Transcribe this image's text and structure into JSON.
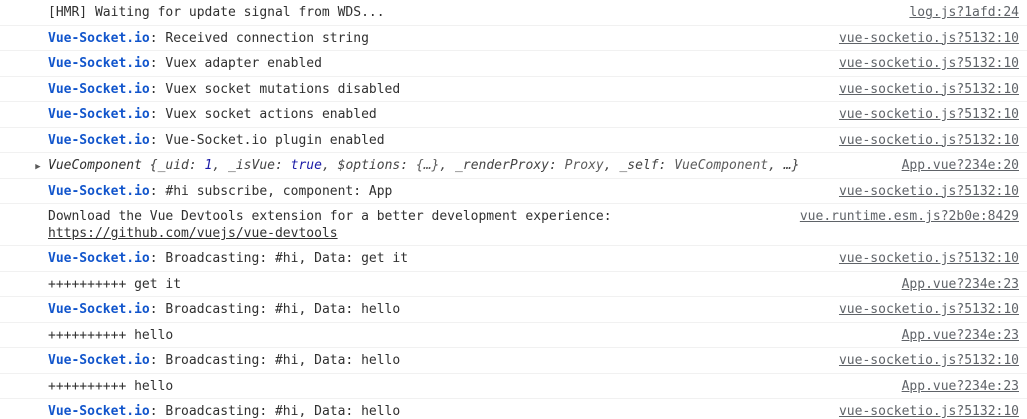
{
  "panel": {
    "name": "devtools-console",
    "background": "#ffffff",
    "tag_color": "#1155cc",
    "text_color": "#303030",
    "link_color": "#5f6368",
    "divider_color": "#f1f1f1",
    "value_color": "#1a1aa6"
  },
  "rows": [
    {
      "type": "plain",
      "message": "[HMR] Waiting for update signal from WDS...",
      "source": "log.js?1afd:24"
    },
    {
      "type": "tagged",
      "tag": "Vue-Socket.io",
      "message": "Received connection string",
      "source": "vue-socketio.js?5132:10"
    },
    {
      "type": "tagged",
      "tag": "Vue-Socket.io",
      "message": "Vuex adapter enabled",
      "source": "vue-socketio.js?5132:10"
    },
    {
      "type": "tagged",
      "tag": "Vue-Socket.io",
      "message": "Vuex socket mutations disabled",
      "source": "vue-socketio.js?5132:10"
    },
    {
      "type": "tagged",
      "tag": "Vue-Socket.io",
      "message": "Vuex socket actions enabled",
      "source": "vue-socketio.js?5132:10"
    },
    {
      "type": "tagged",
      "tag": "Vue-Socket.io",
      "message": "Vue-Socket.io plugin enabled",
      "source": "vue-socketio.js?5132:10"
    },
    {
      "type": "object",
      "disclosure": "▶",
      "object_name": "VueComponent",
      "preview_open": "{",
      "properties": [
        {
          "key": "_uid",
          "value": "1",
          "value_kind": "number"
        },
        {
          "key": "_isVue",
          "value": "true",
          "value_kind": "boolean"
        },
        {
          "key": "$options",
          "value": "{…}",
          "value_kind": "plain"
        },
        {
          "key": "_renderProxy",
          "value": "Proxy",
          "value_kind": "plain"
        },
        {
          "key": "_self",
          "value": "VueComponent",
          "value_kind": "plain"
        }
      ],
      "preview_more": "…",
      "preview_close": "}",
      "source": "App.vue?234e:20"
    },
    {
      "type": "tagged",
      "tag": "Vue-Socket.io",
      "message": "#hi subscribe, component: App",
      "source": "vue-socketio.js?5132:10"
    },
    {
      "type": "multiline",
      "line1": "Download the Vue Devtools extension for a better development experience:",
      "line2": "https://github.com/vuejs/vue-devtools",
      "source": "vue.runtime.esm.js?2b0e:8429"
    },
    {
      "type": "tagged",
      "tag": "Vue-Socket.io",
      "message": "Broadcasting: #hi, Data: get it",
      "source": "vue-socketio.js?5132:10"
    },
    {
      "type": "plain",
      "message": "++++++++++ get it",
      "source": "App.vue?234e:23"
    },
    {
      "type": "tagged",
      "tag": "Vue-Socket.io",
      "message": "Broadcasting: #hi, Data: hello",
      "source": "vue-socketio.js?5132:10"
    },
    {
      "type": "plain",
      "message": "++++++++++ hello",
      "source": "App.vue?234e:23"
    },
    {
      "type": "tagged",
      "tag": "Vue-Socket.io",
      "message": "Broadcasting: #hi, Data: hello",
      "source": "vue-socketio.js?5132:10"
    },
    {
      "type": "plain",
      "message": "++++++++++ hello",
      "source": "App.vue?234e:23"
    },
    {
      "type": "tagged",
      "tag": "Vue-Socket.io",
      "message": "Broadcasting: #hi, Data: hello",
      "source": "vue-socketio.js?5132:10"
    }
  ]
}
